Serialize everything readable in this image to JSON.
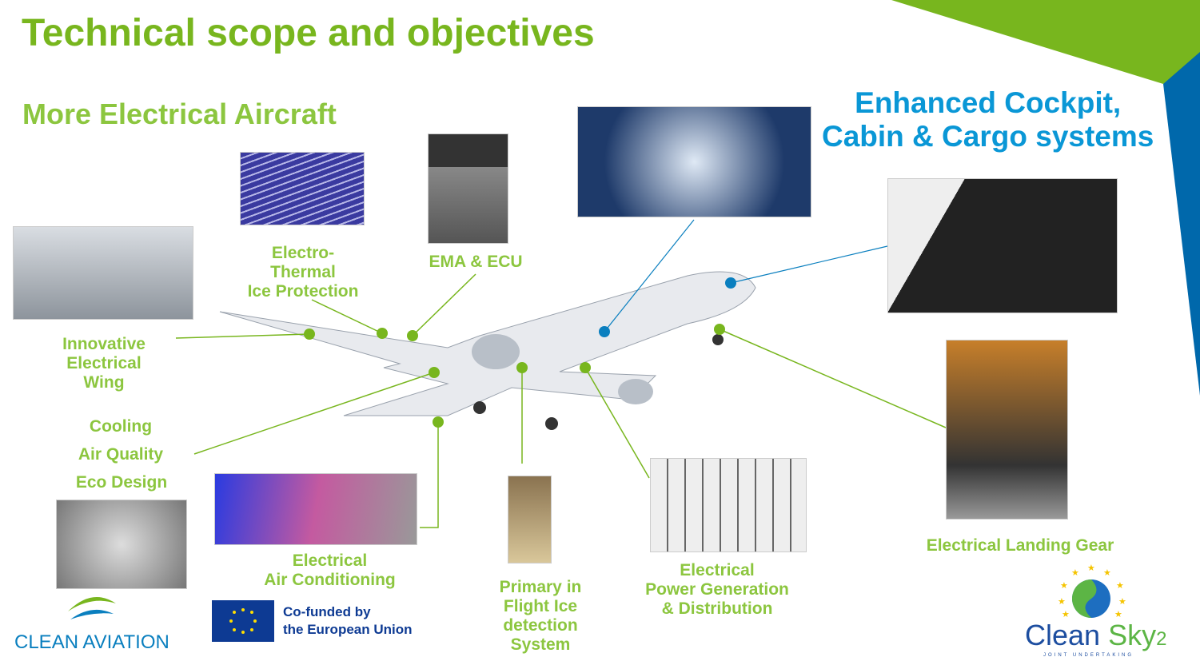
{
  "title": "Technical scope and objectives",
  "subtitle": "More Electrical Aircraft",
  "right_heading": [
    "Enhanced Cockpit,",
    "Cabin & Cargo systems"
  ],
  "labels": {
    "ice_protection": [
      "Electro-",
      "Thermal",
      "Ice Protection"
    ],
    "ema": "EMA & ECU",
    "wing": [
      "Innovative",
      "Electrical",
      "Wing"
    ],
    "cooling": "Cooling",
    "air_quality": "Air Quality",
    "eco_design": "Eco Design",
    "air_conditioning": [
      "Electrical",
      "Air Conditioning"
    ],
    "ice_detection": [
      "Primary in",
      "Flight Ice",
      "detection",
      "System"
    ],
    "power": [
      "Electrical",
      "Power Generation",
      "& Distribution"
    ],
    "landing_gear": "Electrical Landing Gear"
  },
  "eu": [
    "Co-funded by",
    "the European Union"
  ],
  "logos": {
    "clean_aviation": "CLEAN AVIATION",
    "clean_sky": "Clean Sky",
    "clean_sky_num": "2",
    "clean_sky_tag": "JOINT UNDERTAKING"
  },
  "colors": {
    "green": "#78b61e",
    "light_green": "#8cc63f",
    "blue": "#0a97d6",
    "dark_blue": "#0066aa"
  }
}
